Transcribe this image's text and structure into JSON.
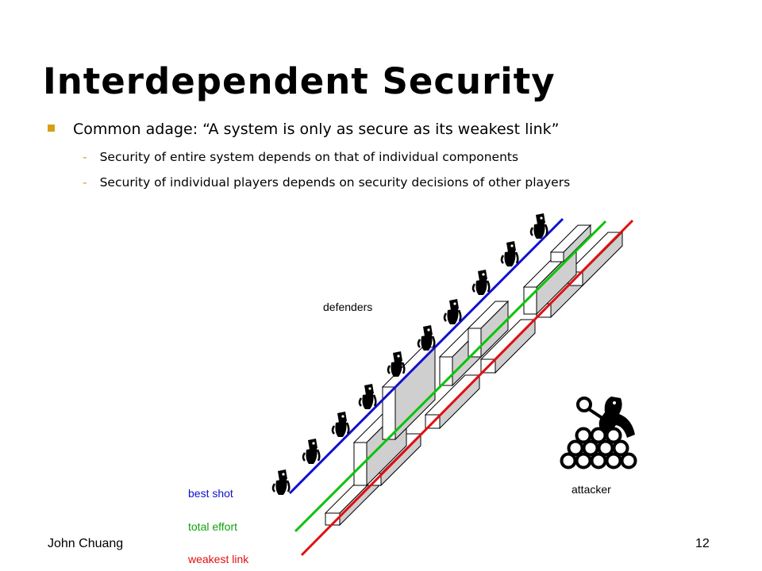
{
  "slide": {
    "title": "Interdependent Security",
    "bullet": "Common adage: “A system is only as secure as its weakest link”",
    "sub_bullets": [
      "Security of entire system depends on that of individual components",
      "Security of individual players depends on security decisions of other players"
    ]
  },
  "diagram": {
    "defenders_label": "defenders",
    "attacker_label": "attacker",
    "lines": [
      {
        "label": "best shot",
        "color": "#1010d0"
      },
      {
        "label": "total effort",
        "color": "#10c010"
      },
      {
        "label": "weakest link",
        "color": "#e01010"
      }
    ],
    "defender_count": 10,
    "icons": {
      "defender": "defender-figure-icon",
      "attacker": "attacker-with-cannonballs-icon"
    }
  },
  "footer": {
    "author": "John Chuang",
    "page_number": "12"
  }
}
